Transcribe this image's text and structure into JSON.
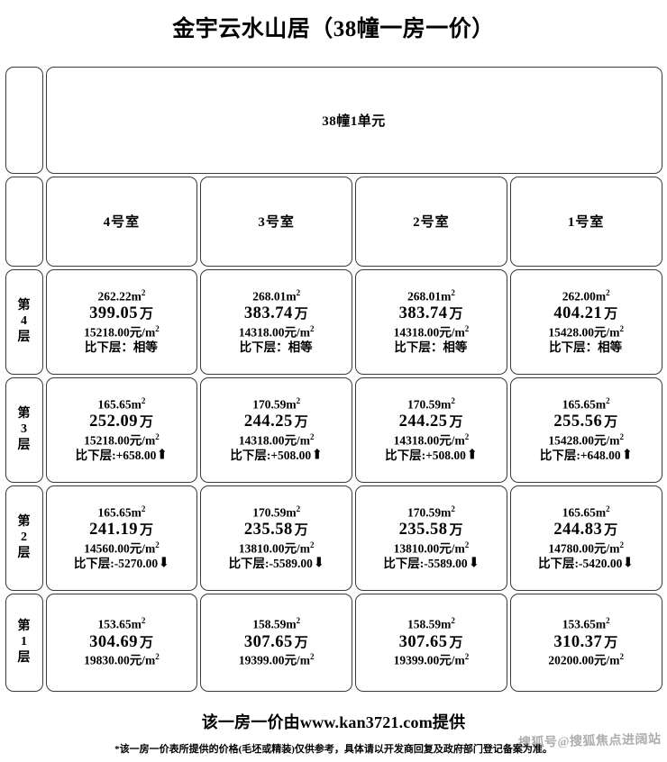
{
  "title": "金宇云水山居（38幢一房一价）",
  "unit_header": {
    "corner_label": "",
    "unit_label": "38幢1单元"
  },
  "room_header": {
    "corner_label": "",
    "rooms": [
      "4号室",
      "3号室",
      "2号室",
      "1号室"
    ]
  },
  "floors": [
    {
      "floor_label": "第4层",
      "cells": [
        {
          "area": "262.22m",
          "area_sup": "2",
          "total": "399.05",
          "total_unit": "万",
          "unit_price": "15218.00元/m",
          "price_sup": "2",
          "compare": "比下层：相等",
          "arrow": ""
        },
        {
          "area": "268.01m",
          "area_sup": "2",
          "total": "383.74",
          "total_unit": "万",
          "unit_price": "14318.00元/m",
          "price_sup": "2",
          "compare": "比下层：相等",
          "arrow": ""
        },
        {
          "area": "268.01m",
          "area_sup": "2",
          "total": "383.74",
          "total_unit": "万",
          "unit_price": "14318.00元/m",
          "price_sup": "2",
          "compare": "比下层：相等",
          "arrow": ""
        },
        {
          "area": "262.00m",
          "area_sup": "2",
          "total": "404.21",
          "total_unit": "万",
          "unit_price": "15428.00元/m",
          "price_sup": "2",
          "compare": "比下层：相等",
          "arrow": ""
        }
      ]
    },
    {
      "floor_label": "第3层",
      "cells": [
        {
          "area": "165.65m",
          "area_sup": "2",
          "total": "252.09",
          "total_unit": "万",
          "unit_price": "15218.00元/m",
          "price_sup": "2",
          "compare": "比下层:+658.00",
          "arrow": "⬆"
        },
        {
          "area": "170.59m",
          "area_sup": "2",
          "total": "244.25",
          "total_unit": "万",
          "unit_price": "14318.00元/m",
          "price_sup": "2",
          "compare": "比下层:+508.00",
          "arrow": "⬆"
        },
        {
          "area": "170.59m",
          "area_sup": "2",
          "total": "244.25",
          "total_unit": "万",
          "unit_price": "14318.00元/m",
          "price_sup": "2",
          "compare": "比下层:+508.00",
          "arrow": "⬆"
        },
        {
          "area": "165.65m",
          "area_sup": "2",
          "total": "255.56",
          "total_unit": "万",
          "unit_price": "15428.00元/m",
          "price_sup": "2",
          "compare": "比下层:+648.00",
          "arrow": "⬆"
        }
      ]
    },
    {
      "floor_label": "第2层",
      "cells": [
        {
          "area": "165.65m",
          "area_sup": "2",
          "total": "241.19",
          "total_unit": "万",
          "unit_price": "14560.00元/m",
          "price_sup": "2",
          "compare": "比下层:-5270.00",
          "arrow": "⬇"
        },
        {
          "area": "170.59m",
          "area_sup": "2",
          "total": "235.58",
          "total_unit": "万",
          "unit_price": "13810.00元/m",
          "price_sup": "2",
          "compare": "比下层:-5589.00",
          "arrow": "⬇"
        },
        {
          "area": "170.59m",
          "area_sup": "2",
          "total": "235.58",
          "total_unit": "万",
          "unit_price": "13810.00元/m",
          "price_sup": "2",
          "compare": "比下层:-5589.00",
          "arrow": "⬇"
        },
        {
          "area": "165.65m",
          "area_sup": "2",
          "total": "244.83",
          "total_unit": "万",
          "unit_price": "14780.00元/m",
          "price_sup": "2",
          "compare": "比下层:-5420.00",
          "arrow": "⬇"
        }
      ]
    },
    {
      "floor_label": "第1层",
      "cells": [
        {
          "area": "153.65m",
          "area_sup": "2",
          "total": "304.69",
          "total_unit": "万",
          "unit_price": "19830.00元/m",
          "price_sup": "2",
          "compare": "",
          "arrow": ""
        },
        {
          "area": "158.59m",
          "area_sup": "2",
          "total": "307.65",
          "total_unit": "万",
          "unit_price": "19399.00元/m",
          "price_sup": "2",
          "compare": "",
          "arrow": ""
        },
        {
          "area": "158.59m",
          "area_sup": "2",
          "total": "307.65",
          "total_unit": "万",
          "unit_price": "19399.00元/m",
          "price_sup": "2",
          "compare": "",
          "arrow": ""
        },
        {
          "area": "153.65m",
          "area_sup": "2",
          "total": "310.37",
          "total_unit": "万",
          "unit_price": "20200.00元/m",
          "price_sup": "2",
          "compare": "",
          "arrow": ""
        }
      ]
    }
  ],
  "footer": {
    "main": "该一房一价由www.kan3721.com提供",
    "note": "*该一房一价表所提供的价格(毛坯或精装)仅供参考，具体请以开发商回复及政府部门登记备案为准。"
  },
  "watermark": "搜狐号@搜狐焦点进阔站"
}
